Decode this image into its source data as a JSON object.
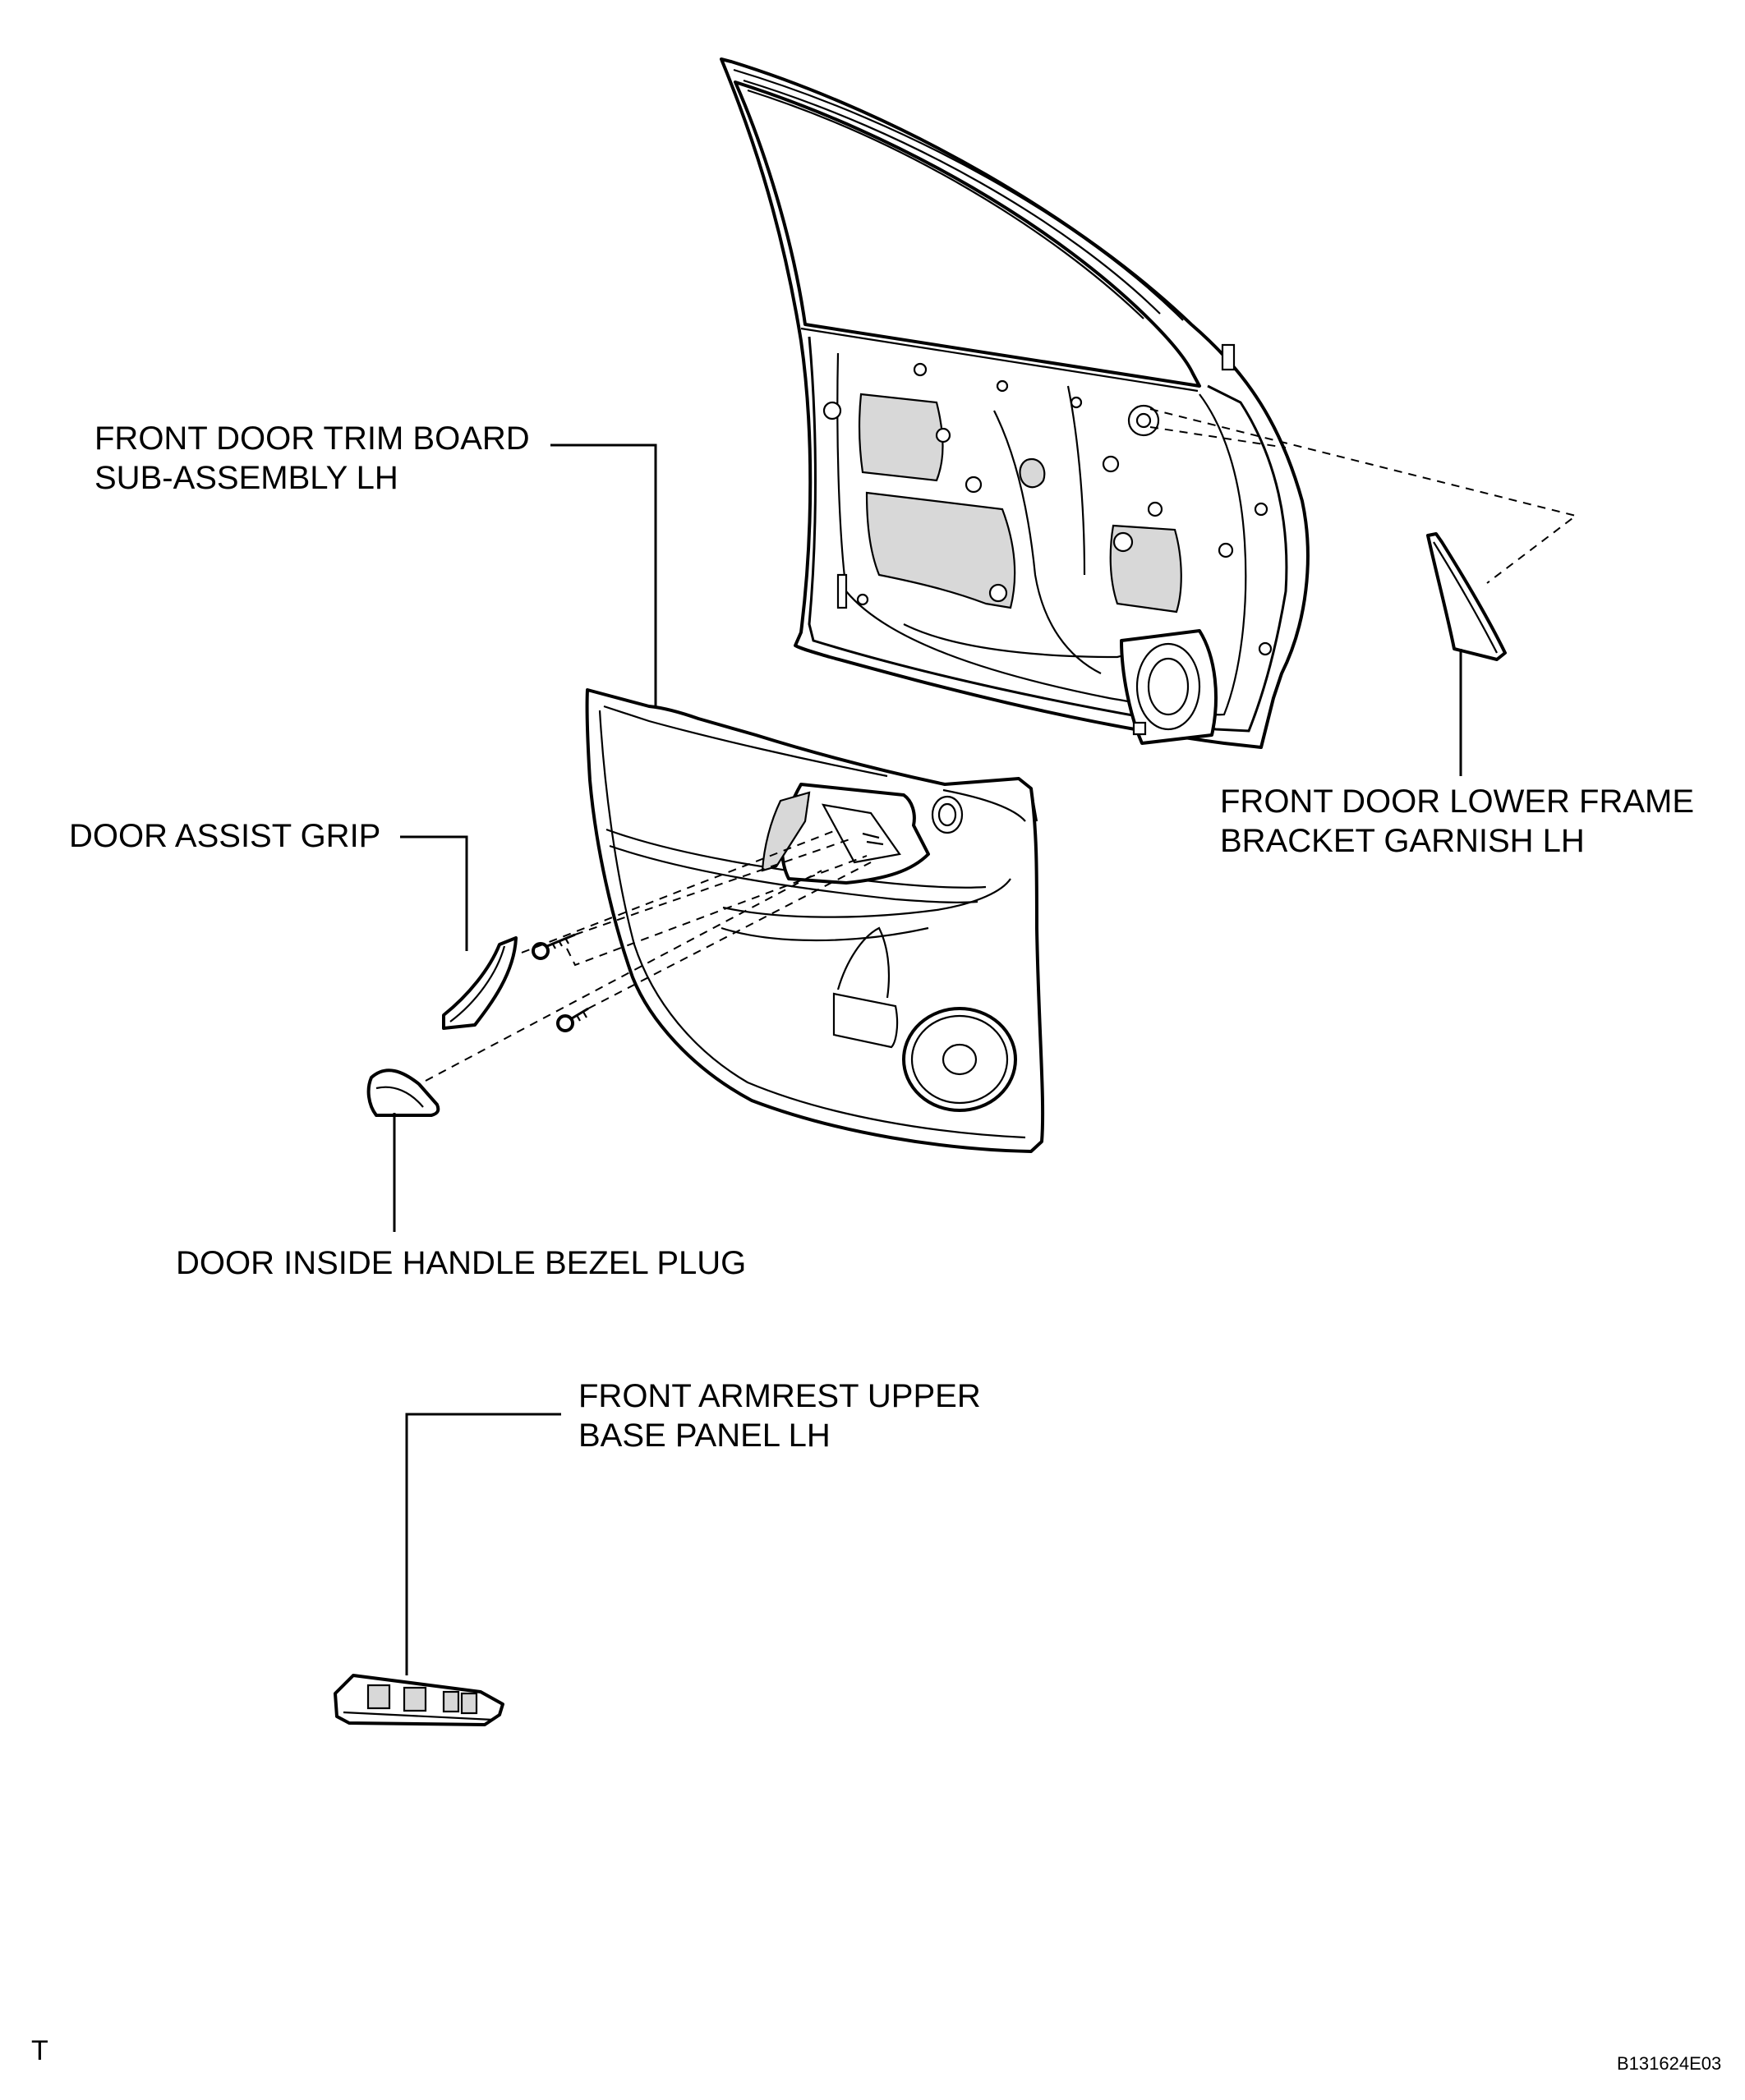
{
  "labels": {
    "trim_board": [
      "FRONT DOOR TRIM BOARD",
      "SUB-ASSEMBLY LH"
    ],
    "garnish": [
      "FRONT DOOR LOWER FRAME",
      "BRACKET GARNISH LH"
    ],
    "assist_grip": "DOOR ASSIST GRIP",
    "bezel_plug": "DOOR INSIDE HANDLE BEZEL PLUG",
    "armrest_panel": [
      "FRONT ARMREST UPPER",
      "BASE PANEL LH"
    ]
  },
  "corner_mark": "T",
  "figure_id": "B131624E03"
}
